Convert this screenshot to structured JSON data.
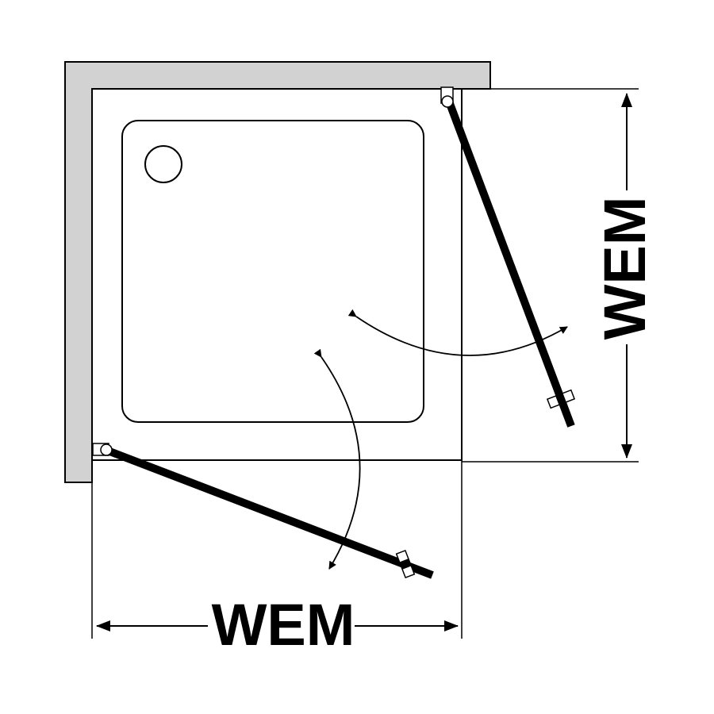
{
  "labels": {
    "width_dimension": "WEM",
    "depth_dimension": "WEM"
  },
  "colors": {
    "wall_fill": "#d2d2d2",
    "line": "#000000",
    "background": "#ffffff"
  },
  "icons": {
    "drain": "circle",
    "hinge": "hinge-pivot",
    "handle": "door-handle"
  }
}
